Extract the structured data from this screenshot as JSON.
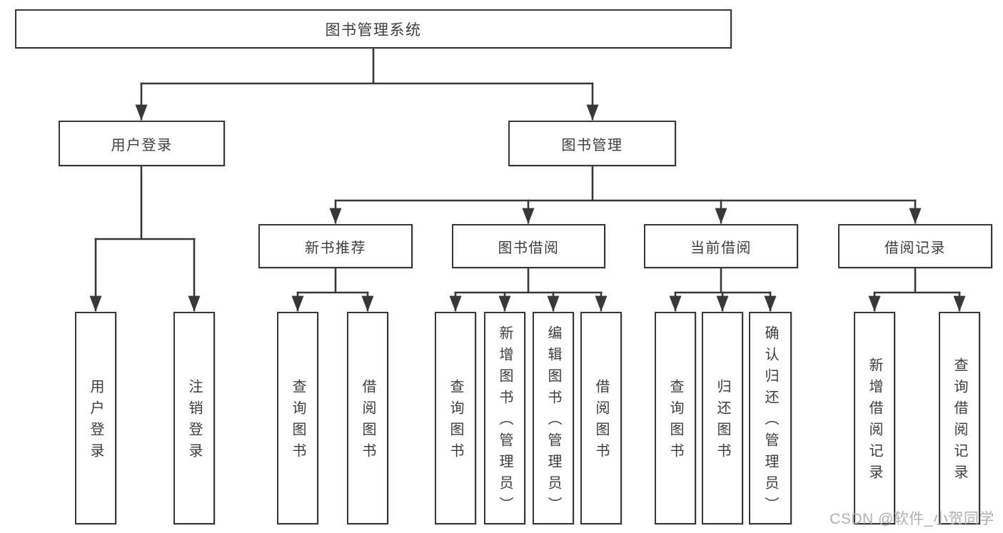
{
  "tree": {
    "label": "图书管理系统",
    "children": [
      {
        "label": "用户登录",
        "children": [
          {
            "label": "用户登录"
          },
          {
            "label": "注销登录"
          }
        ]
      },
      {
        "label": "图书管理",
        "children": [
          {
            "label": "新书推荐",
            "children": [
              {
                "label": "查询图书"
              },
              {
                "label": "借阅图书"
              }
            ]
          },
          {
            "label": "图书借阅",
            "children": [
              {
                "label": "查询图书"
              },
              {
                "label": "新增图书（管理员）"
              },
              {
                "label": "编辑图书（管理员）"
              },
              {
                "label": "借阅图书"
              }
            ]
          },
          {
            "label": "当前借阅",
            "children": [
              {
                "label": "查询图书"
              },
              {
                "label": "归还图书"
              },
              {
                "label": "确认归还（管理员）"
              }
            ]
          },
          {
            "label": "借阅记录",
            "children": [
              {
                "label": "新增借阅记录"
              },
              {
                "label": "查询借阅记录"
              }
            ]
          }
        ]
      }
    ]
  },
  "watermark": "CSDN @软件_小贺同学",
  "colors": {
    "line": "#383838",
    "text": "#3d3d3d",
    "watermark": "#b0b0b0",
    "bg": "#ffffff"
  }
}
